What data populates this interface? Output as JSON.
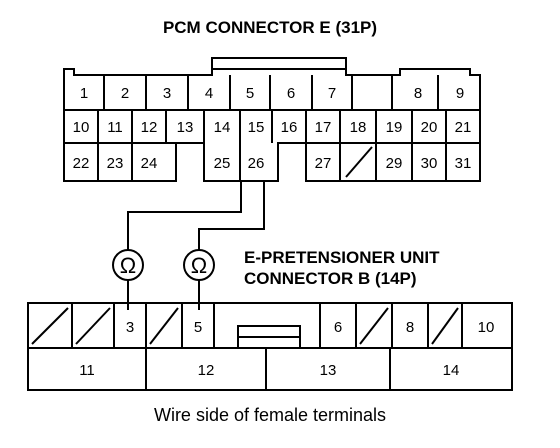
{
  "pcm_connector": {
    "title": "PCM CONNECTOR E (31P)",
    "row1": [
      {
        "label": "1"
      },
      {
        "label": "2"
      },
      {
        "label": "3"
      },
      {
        "label": "4"
      },
      {
        "label": "5"
      },
      {
        "label": "6"
      },
      {
        "label": "7"
      },
      {
        "label": "8"
      },
      {
        "label": "9"
      }
    ],
    "row2": [
      {
        "label": "10"
      },
      {
        "label": "11"
      },
      {
        "label": "12"
      },
      {
        "label": "13"
      },
      {
        "label": "14"
      },
      {
        "label": "15"
      },
      {
        "label": "16"
      },
      {
        "label": "17"
      },
      {
        "label": "18"
      },
      {
        "label": "19"
      },
      {
        "label": "20"
      },
      {
        "label": "21"
      }
    ],
    "row3": [
      {
        "label": "22"
      },
      {
        "label": "23"
      },
      {
        "label": "24"
      },
      {
        "label": "25"
      },
      {
        "label": "26"
      },
      {
        "label": "27"
      },
      {
        "label": "29"
      },
      {
        "label": "30"
      },
      {
        "label": "31"
      }
    ]
  },
  "pretensioner_connector": {
    "title_line1": "E-PRETENSIONER UNIT",
    "title_line2": "CONNECTOR B (14P)",
    "top_row": [
      {
        "label": "3"
      },
      {
        "label": "5"
      },
      {
        "label": "6"
      },
      {
        "label": "8"
      },
      {
        "label": "10"
      }
    ],
    "bottom_row": [
      {
        "label": "11"
      },
      {
        "label": "12"
      },
      {
        "label": "13"
      },
      {
        "label": "14"
      }
    ]
  },
  "meters": [
    {
      "symbol": "Ω"
    },
    {
      "symbol": "Ω"
    }
  ],
  "caption": "Wire side of female terminals"
}
